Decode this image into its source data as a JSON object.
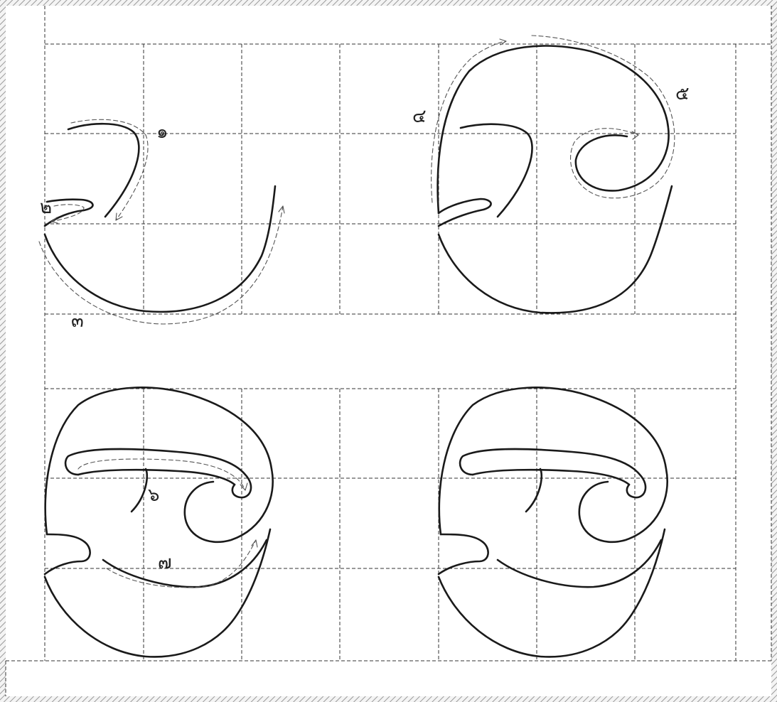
{
  "labels": {
    "stroke_1": "๑",
    "stroke_2": "๒",
    "stroke_3": "๓",
    "stroke_4": "๔",
    "stroke_5": "๕",
    "stroke_6": "๖",
    "stroke_7": "๗"
  },
  "colors": {
    "frame_border": "#8a8a8a",
    "grid": "#333333",
    "stroke": "#1a1a1a",
    "guide": "#555555"
  }
}
